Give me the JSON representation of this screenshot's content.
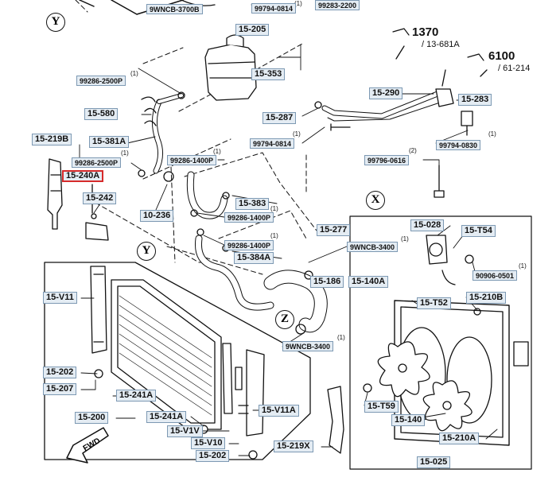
{
  "diagram": {
    "callouts": [
      {
        "id": "c01",
        "label": "9WNCB-3700B",
        "qty": ""
      },
      {
        "id": "c02",
        "label": "99794-0814",
        "qty": "(1)"
      },
      {
        "id": "c03",
        "label": "99283-2200",
        "qty": ""
      },
      {
        "id": "c04",
        "label": "15-205",
        "qty": ""
      },
      {
        "id": "c05",
        "label": "15-353",
        "qty": ""
      },
      {
        "id": "c06",
        "label": "99286-2500P",
        "qty": "(1)"
      },
      {
        "id": "c07",
        "label": "15-580",
        "qty": ""
      },
      {
        "id": "c08",
        "label": "15-381A",
        "qty": ""
      },
      {
        "id": "c09",
        "label": "15-219B",
        "qty": ""
      },
      {
        "id": "c10",
        "label": "99286-2500P",
        "qty": "(1)"
      },
      {
        "id": "c11",
        "label": "15-240A",
        "qty": ""
      },
      {
        "id": "c12",
        "label": "15-242",
        "qty": ""
      },
      {
        "id": "c13",
        "label": "99286-1400P",
        "qty": "(1)"
      },
      {
        "id": "c14",
        "label": "10-236",
        "qty": ""
      },
      {
        "id": "c15",
        "label": "15-287",
        "qty": ""
      },
      {
        "id": "c16",
        "label": "99794-0814",
        "qty": "(1)"
      },
      {
        "id": "c17",
        "label": "15-290",
        "qty": ""
      },
      {
        "id": "c18",
        "label": "15-283",
        "qty": ""
      },
      {
        "id": "c19",
        "label": "99794-0830",
        "qty": "(1)"
      },
      {
        "id": "c20",
        "label": "99796-0616",
        "qty": "(2)"
      },
      {
        "id": "c21",
        "label": "15-383",
        "qty": ""
      },
      {
        "id": "c22",
        "label": "99286-1400P",
        "qty": "(1)"
      },
      {
        "id": "c23",
        "label": "15-277",
        "qty": ""
      },
      {
        "id": "c24",
        "label": "99286-1400P",
        "qty": "(1)"
      },
      {
        "id": "c25",
        "label": "15-384A",
        "qty": ""
      },
      {
        "id": "c26",
        "label": "9WNCB-3400",
        "qty": "(1)"
      },
      {
        "id": "c27",
        "label": "15-186",
        "qty": ""
      },
      {
        "id": "c28",
        "label": "15-140A",
        "qty": ""
      },
      {
        "id": "c29",
        "label": "15-028",
        "qty": ""
      },
      {
        "id": "c30",
        "label": "15-T54",
        "qty": ""
      },
      {
        "id": "c31",
        "label": "90906-0501",
        "qty": "(1)"
      },
      {
        "id": "c32",
        "label": "15-T52",
        "qty": ""
      },
      {
        "id": "c33",
        "label": "15-210B",
        "qty": ""
      },
      {
        "id": "c34",
        "label": "15-V11",
        "qty": ""
      },
      {
        "id": "c35",
        "label": "9WNCB-3400",
        "qty": "(1)"
      },
      {
        "id": "c36",
        "label": "15-202",
        "qty": ""
      },
      {
        "id": "c37",
        "label": "15-207",
        "qty": ""
      },
      {
        "id": "c38",
        "label": "15-241A",
        "qty": ""
      },
      {
        "id": "c39",
        "label": "15-V11A",
        "qty": ""
      },
      {
        "id": "c40",
        "label": "15-200",
        "qty": ""
      },
      {
        "id": "c41",
        "label": "15-241A",
        "qty": ""
      },
      {
        "id": "c42",
        "label": "15-V1V",
        "qty": ""
      },
      {
        "id": "c43",
        "label": "15-V10",
        "qty": ""
      },
      {
        "id": "c44",
        "label": "15-202",
        "qty": ""
      },
      {
        "id": "c45",
        "label": "15-219X",
        "qty": ""
      },
      {
        "id": "c46",
        "label": "15-T59",
        "qty": ""
      },
      {
        "id": "c47",
        "label": "15-140",
        "qty": ""
      },
      {
        "id": "c48",
        "label": "15-210A",
        "qty": ""
      },
      {
        "id": "c49",
        "label": "15-025",
        "qty": ""
      }
    ],
    "references": [
      {
        "id": "r1",
        "number": "1370",
        "sub": "/ 13-681A"
      },
      {
        "id": "r2",
        "number": "6100",
        "sub": "/ 61-214"
      }
    ],
    "view_markers": [
      "Y",
      "X",
      "Y",
      "Z"
    ],
    "direction_label": "FWD",
    "colors": {
      "callout_fill": "#e4ecf3",
      "callout_border": "#7d99b3",
      "selected_border": "#d62b2b",
      "linework": "#111111"
    }
  }
}
